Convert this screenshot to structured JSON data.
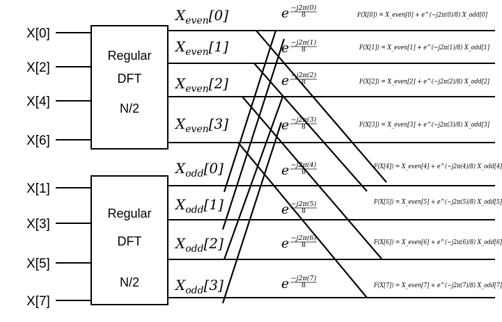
{
  "inputs_top": [
    "X[0]",
    "X[2]",
    "X[4]",
    "X[6]"
  ],
  "inputs_bottom": [
    "X[1]",
    "X[3]",
    "X[5]",
    "X[7]"
  ],
  "block_top": {
    "line1": "Regular",
    "line2": "DFT",
    "line3": "N/2"
  },
  "block_bottom": {
    "line1": "Regular",
    "line2": "DFT",
    "line3": "N/2"
  },
  "even_outputs": [
    {
      "base": "X",
      "sub": "even",
      "idx": "[0]"
    },
    {
      "base": "X",
      "sub": "even",
      "idx": "[1]"
    },
    {
      "base": "X",
      "sub": "even",
      "idx": "[2]"
    },
    {
      "base": "X",
      "sub": "even",
      "idx": "[3]"
    }
  ],
  "odd_outputs": [
    {
      "base": "X",
      "sub": "odd",
      "idx": "[0]"
    },
    {
      "base": "X",
      "sub": "odd",
      "idx": "[1]"
    },
    {
      "base": "X",
      "sub": "odd",
      "idx": "[2]"
    },
    {
      "base": "X",
      "sub": "odd",
      "idx": "[3]"
    }
  ],
  "twiddles": [
    {
      "base": "e",
      "num": "−j2π(0)",
      "den": "8"
    },
    {
      "base": "e",
      "num": "−j2π(1)",
      "den": "8"
    },
    {
      "base": "e",
      "num": "−j2π(2)",
      "den": "8"
    },
    {
      "base": "e",
      "num": "−j2π(3)",
      "den": "8"
    },
    {
      "base": "e",
      "num": "−j2π(4)",
      "den": "8"
    },
    {
      "base": "e",
      "num": "−j2π(5)",
      "den": "8"
    },
    {
      "base": "e",
      "num": "−j2π(6)",
      "den": "8"
    },
    {
      "base": "e",
      "num": "−j2π(7)",
      "den": "8"
    }
  ],
  "results": [
    "F(X[0]) = X_even[0] + e^(−j2π(0)/8) X_odd[0]",
    "F(X[1]) = X_even[1] + e^(−j2π(1)/8) X_odd[1]",
    "F(X[2]) = X_even[2] + e^(−j2π(2)/8) X_odd[2]",
    "F(X[3]) = X_even[3] + e^(−j2π(3)/8) X_odd[3]",
    "F(X[4]) = X_even[4] + e^(−j2π(4)/8) X_odd[4]",
    "F(X[5]) = X_even[5] + e^(−j2π(5)/8) X_odd[5]",
    "F(X[6]) = X_even[6] + e^(−j2π(6)/8) X_odd[6]",
    "F(X[7]) = X_even[7] + e^(−j2π(7)/8) X_odd[7]"
  ]
}
